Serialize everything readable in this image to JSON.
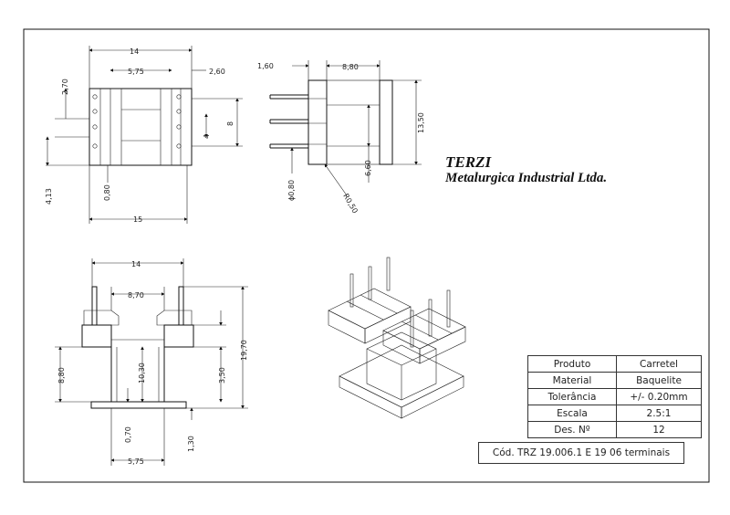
{
  "company": {
    "name": "TERZI",
    "subtitle": "Metalurgica Industrial Ltda."
  },
  "info_table": [
    {
      "label": "Produto",
      "value": "Carretel"
    },
    {
      "label": "Material",
      "value": "Baquelite"
    },
    {
      "label": "Tolerância",
      "value": "+/- 0.20mm"
    },
    {
      "label": "Escala",
      "value": "2.5:1"
    },
    {
      "label": "Des. Nº",
      "value": "12"
    }
  ],
  "code": "Cód. TRZ 19.006.1 E 19 06 terminais",
  "dims": {
    "top_width": "14",
    "top_inner": "5,75",
    "top_pin_offset": "2,60",
    "top_left_height": "2,70",
    "top_pitch": "8",
    "top_pin_gap": "4",
    "top_bottom": "4,13",
    "top_pin_dia": "0,80",
    "top_total": "15",
    "side_offset": "1,60",
    "side_width": "8,80",
    "side_height": "13,50",
    "side_pin_dia": "ϕ0,80",
    "side_body": "6,60",
    "side_radius": "R0,50",
    "front_width": "14",
    "front_inner": "8,70",
    "front_flange_h": "8,80",
    "front_core_h": "10,30",
    "front_shoulder": "3,50",
    "front_total_h": "19,70",
    "front_base_th": "0,70",
    "front_base_h": "1,30",
    "front_base_w": "5,75"
  }
}
